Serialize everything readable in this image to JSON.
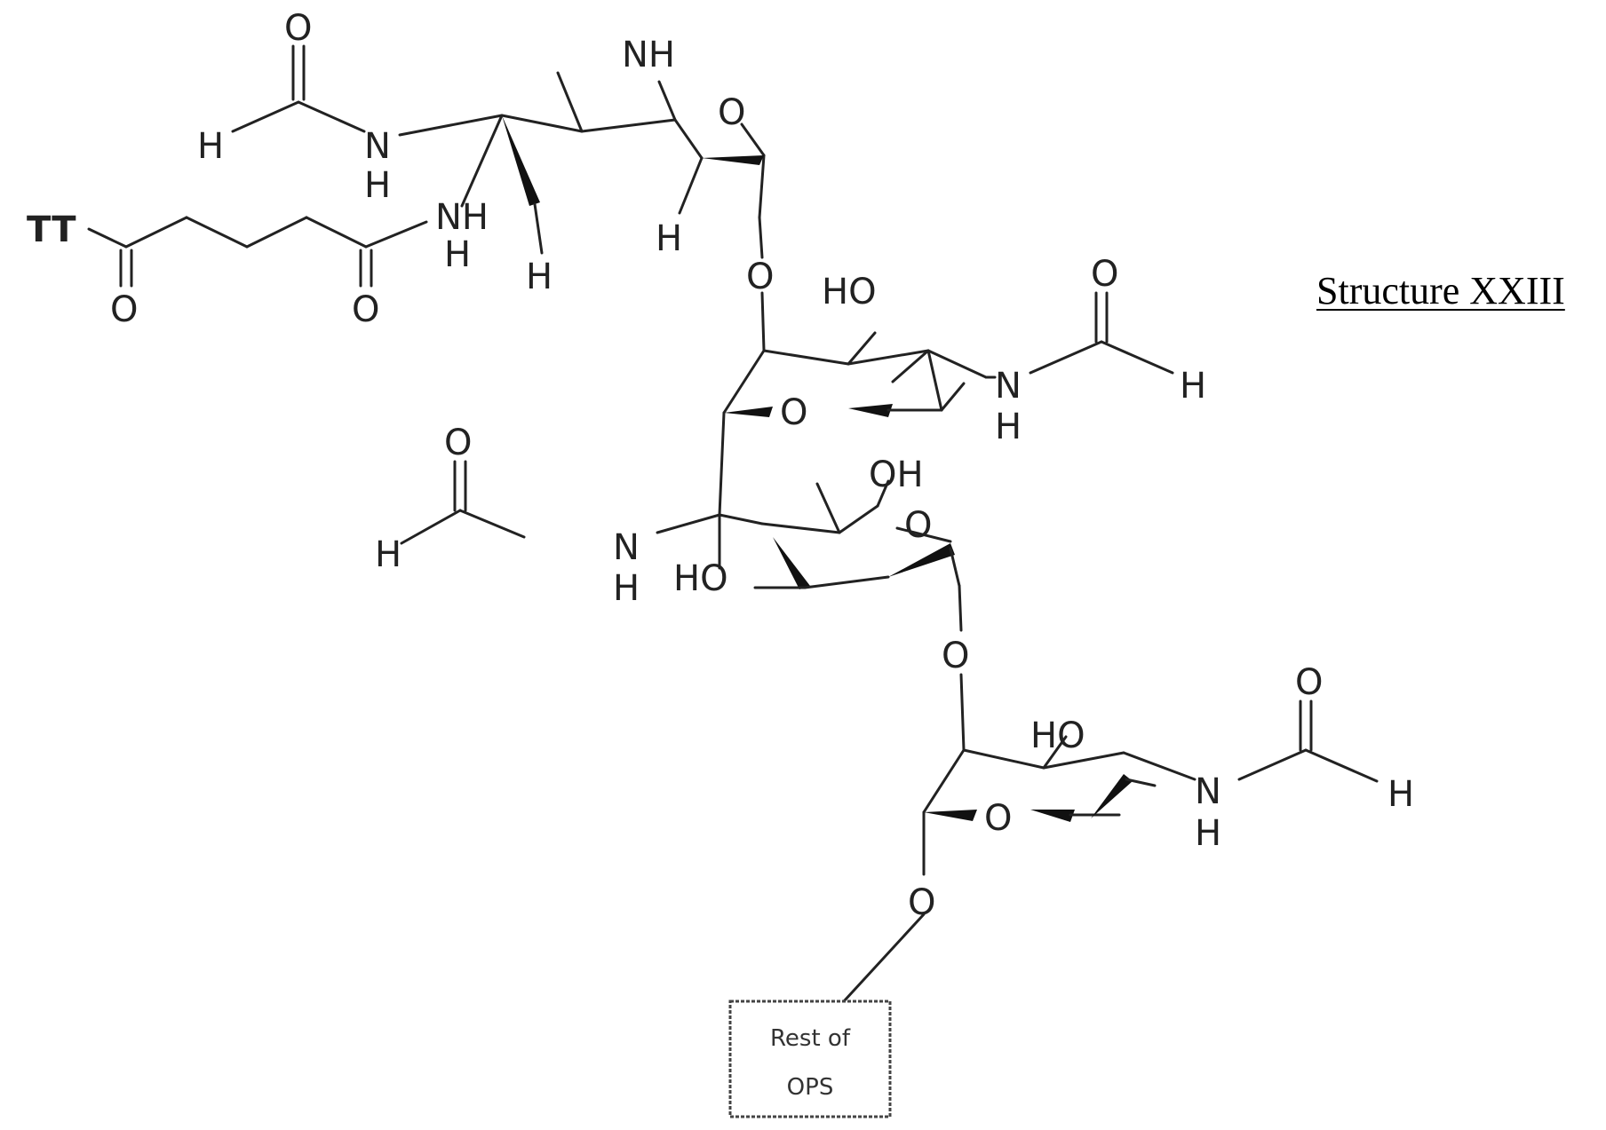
{
  "caption": "Structure XXIII",
  "labels": {
    "tt": "TT",
    "nh": "NH",
    "n": "N",
    "h": "H",
    "o": "O",
    "ho": "HO",
    "oh": "OH"
  },
  "box": {
    "line1": "Rest of",
    "line2": "OPS"
  }
}
